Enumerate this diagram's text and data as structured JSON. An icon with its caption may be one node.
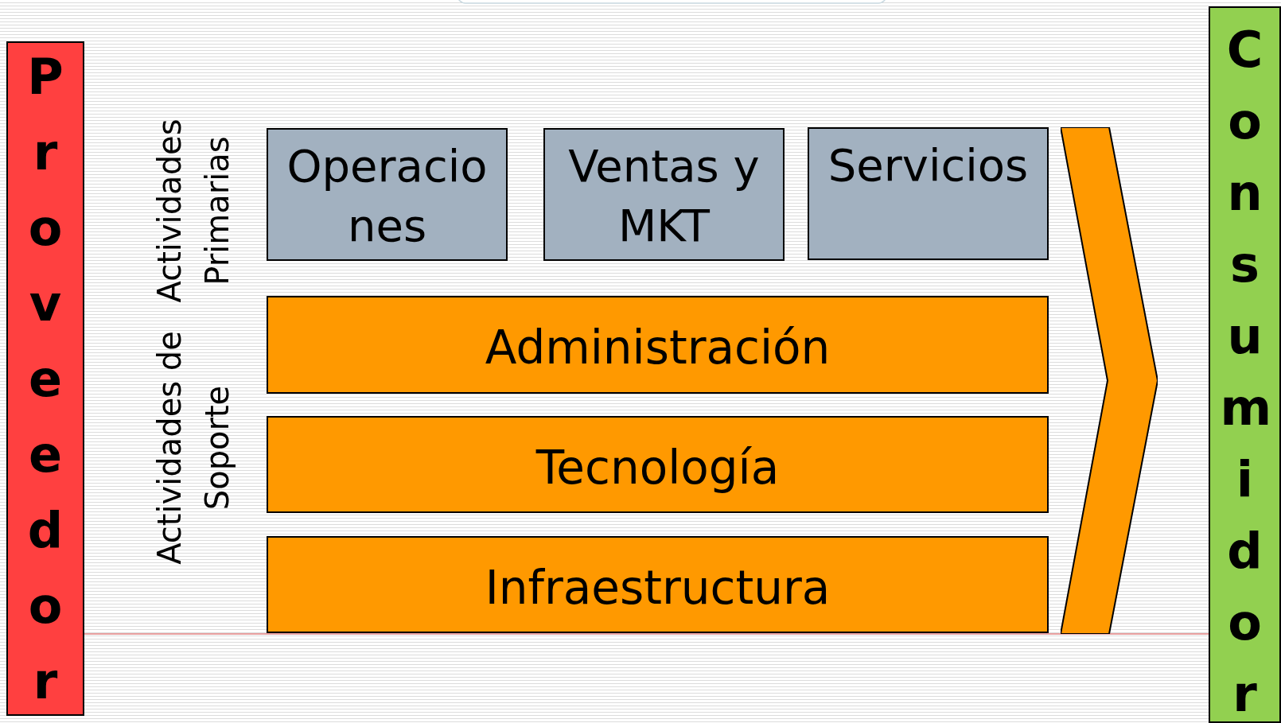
{
  "diagram": {
    "nodes": [
      {
        "text": [
          "Proveedor"
        ]
      },
      {
        "text": [
          "Operacio nes"
        ]
      },
      {
        "text": [
          "Ventas y MKT"
        ]
      },
      {
        "text": [
          "Servicios"
        ]
      },
      {
        "text": [
          "Administración"
        ]
      },
      {
        "text": [
          "Tecnología"
        ]
      },
      {
        "text": [
          "Infraestructura"
        ]
      },
      {
        "text": [],
        "shape": "chevron"
      },
      {
        "text": [
          "Consumidor"
        ]
      }
    ],
    "edges": [],
    "labels": [
      "Actividades Primarias",
      "Actividades de Soporte"
    ]
  }
}
